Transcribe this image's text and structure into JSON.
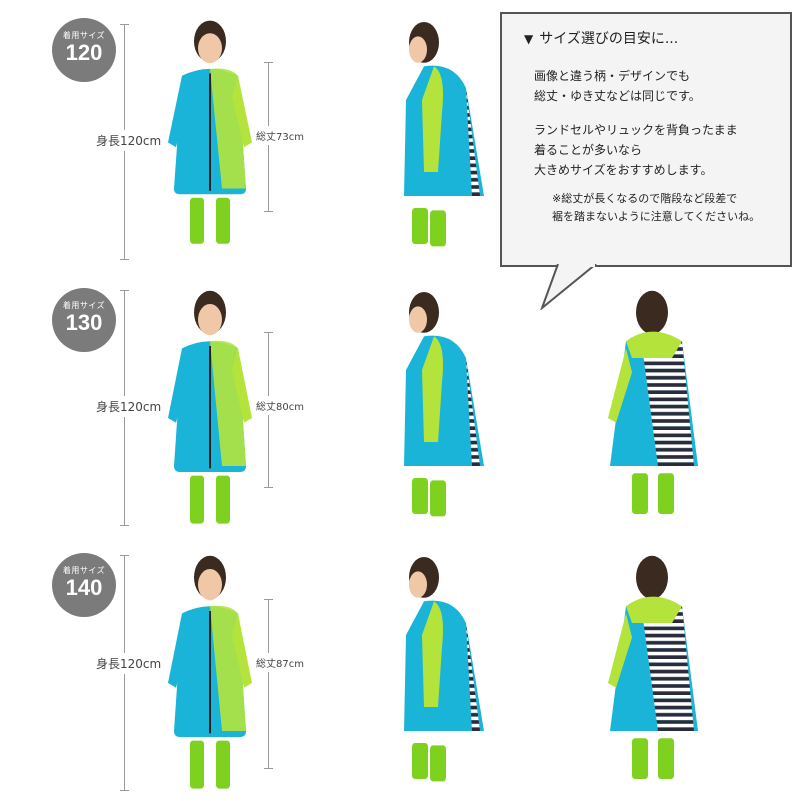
{
  "rows": [
    {
      "size_caption": "着用サイズ",
      "size": "120",
      "height_label": "身長120cm",
      "length_label": "総丈73cm"
    },
    {
      "size_caption": "着用サイズ",
      "size": "130",
      "height_label": "身長120cm",
      "length_label": "総丈80cm"
    },
    {
      "size_caption": "着用サイズ",
      "size": "140",
      "height_label": "身長120cm",
      "length_label": "総丈87cm"
    }
  ],
  "bubble": {
    "marker": "▼",
    "title": "サイズ選びの目安に...",
    "para1_line1": "画像と違う柄・デザインでも",
    "para1_line2": "総丈・ゆき丈などは同じです。",
    "para2_line1": "ランドセルやリュックを背負ったまま",
    "para2_line2": "着ることが多いなら",
    "para2_line3": "大きめサイズをおすすめします。",
    "note_line1": "※総丈が長くなるので階段など段差で",
    "note_line2": "裾を踏まないように注意してくださいね。"
  },
  "colors": {
    "coat": "#1ab4d8",
    "sleeve": "#b4e43c",
    "boots": "#7fd11f",
    "badge": "#7b7b7b"
  }
}
